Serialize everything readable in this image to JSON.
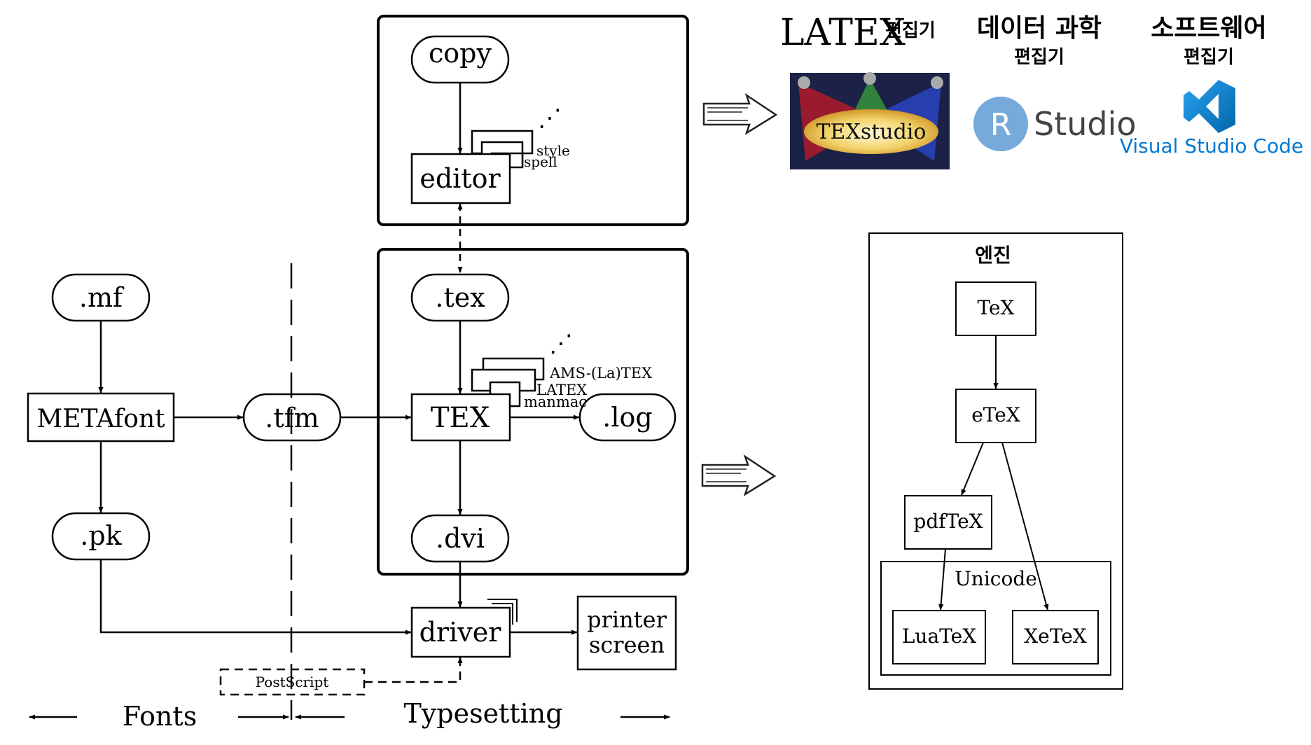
{
  "flow": {
    "copy": "copy",
    "editor": "editor",
    "style": "style",
    "spell": "spell",
    "dots": "⋰",
    "tex_file": ".tex",
    "tex_engine": "TEX",
    "ams": "AMS-(La)TEX",
    "latex": "LATEX",
    "manmac": "manmac",
    "log": ".log",
    "dvi": ".dvi",
    "mf": ".mf",
    "metafont": "METAfont",
    "tfm": ".tfm",
    "pk": ".pk",
    "driver": "driver",
    "printer": "printer",
    "screen": "screen",
    "postscript": "PostScript",
    "fonts": "Fonts",
    "typesetting": "Typesetting"
  },
  "editors": {
    "latex_logo": "LATEX",
    "latex_editor_label": "편집기",
    "ds_label": "데이터 과학",
    "ds_sub": "편집기",
    "sw_label": "소프트웨어",
    "sw_sub": "편집기",
    "texstudio": "TEXstudio",
    "rstudio_r": "R",
    "rstudio": "Studio",
    "vscode": "Visual Studio Code"
  },
  "engines": {
    "title": "엔진",
    "tex": "TeX",
    "etex": "eTeX",
    "pdftex": "pdfTeX",
    "unicode": "Unicode",
    "luatex": "LuaTeX",
    "xetex": "XeTeX"
  },
  "colors": {
    "rstudio_blue": "#75aadb",
    "vscode_blue": "#0078d4",
    "texstudio_bg": "#1c2147"
  }
}
